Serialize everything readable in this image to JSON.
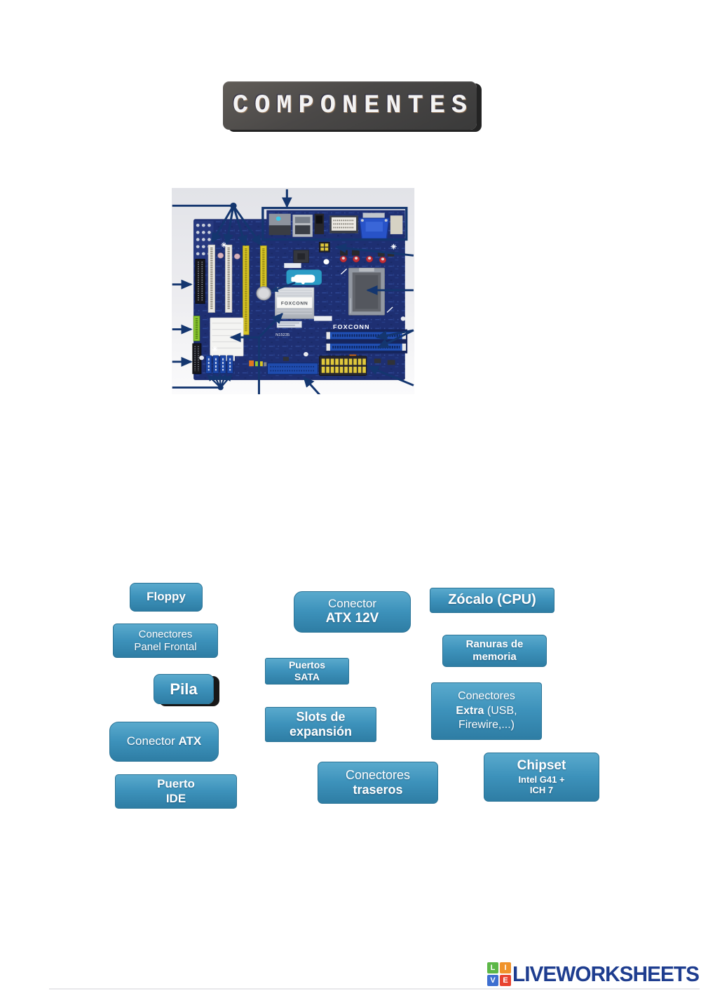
{
  "title": {
    "text": "COMPONENTES"
  },
  "labels": {
    "floppy": {
      "line1": "Floppy"
    },
    "panel_frontal": {
      "line1": "Conectores",
      "line2": "Panel Frontal"
    },
    "pila": {
      "line1": "Pila"
    },
    "conector_atx": {
      "line1_regular": "Conector ",
      "line1_bold": "ATX"
    },
    "puerto_ide": {
      "line1": "Puerto",
      "line2": "IDE"
    },
    "atx_12v": {
      "line1": "Conector",
      "line2": "ATX 12V"
    },
    "puertos_sata": {
      "line1": "Puertos",
      "line2": "SATA"
    },
    "slots_expansion": {
      "line1": "Slots de",
      "line2": "expansión"
    },
    "conectores_traseros": {
      "line1": "Conectores",
      "line2": "traseros"
    },
    "zocalo_cpu": {
      "line1": "Zócalo (CPU)"
    },
    "ranuras_memoria": {
      "line1": "Ranuras de",
      "line2": "memoria"
    },
    "conectores_extra": {
      "line1": "Conectores",
      "line2_bold": "Extra ",
      "line2_regular": "(USB,",
      "line3": "Firewire,...)"
    },
    "chipset": {
      "line1": "Chipset",
      "line2": "Intel G41 +",
      "line3": "ICH 7"
    }
  },
  "motherboard": {
    "brand_logo": "FOXCONN",
    "series": "G41MXP Series",
    "heatsink_brand": "FOXCONN",
    "part_number": "N15235"
  },
  "footer": {
    "logo_letters": {
      "l": "L",
      "i": "I",
      "v": "V",
      "e": "E"
    },
    "brand": "LIVEWORKSHEETS"
  },
  "colors": {
    "label_box": "#3d92bb",
    "arrow": "#14366f",
    "title_bg": "#4a4847",
    "board": "#1e2f72",
    "logo_green": "#5cb747",
    "logo_orange": "#f0932b",
    "logo_blue": "#3e6fd0",
    "logo_red": "#e84330"
  }
}
